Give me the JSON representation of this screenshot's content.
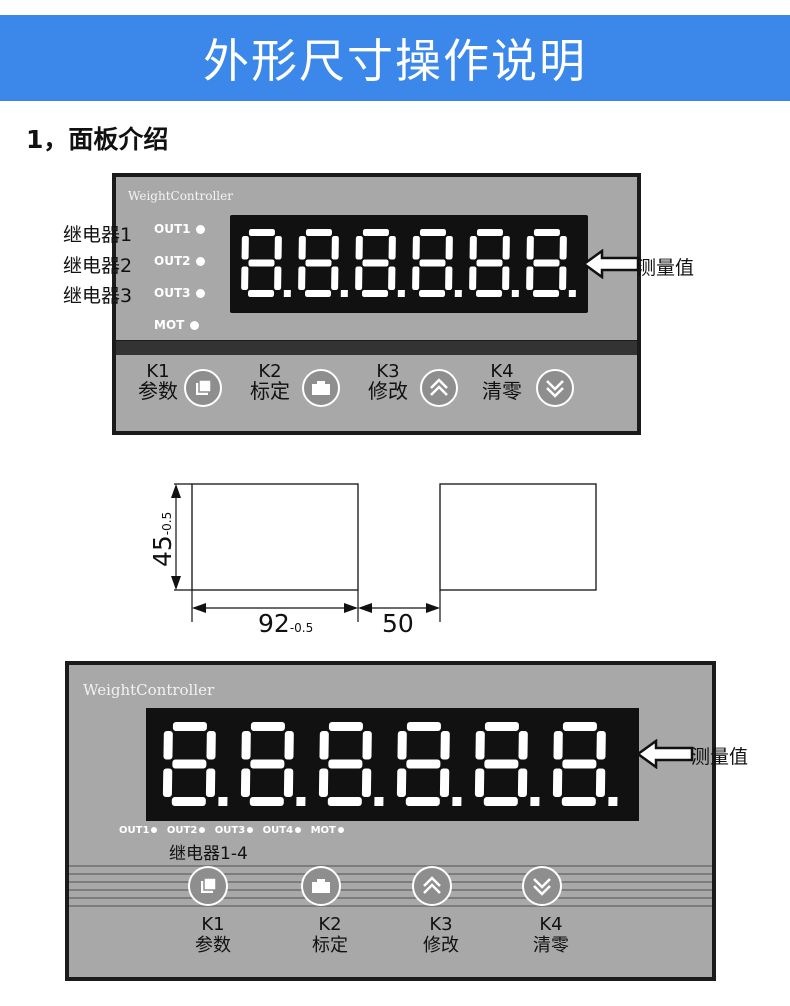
{
  "banner": {
    "title": "外形尺寸操作说明"
  },
  "section": {
    "title": "1，面板介绍"
  },
  "panel1": {
    "brand": "WeightController",
    "digits": "8.8.8.8.8.8.",
    "indicators": [
      "OUT1",
      "OUT2",
      "OUT3",
      "MOT"
    ],
    "relays": [
      "继电器1",
      "继电器2",
      "继电器3"
    ],
    "measure_label": "测量值",
    "keys": [
      {
        "id": "K1",
        "name": "参数",
        "icon": "param-icon"
      },
      {
        "id": "K2",
        "name": "标定",
        "icon": "calibrate-icon"
      },
      {
        "id": "K3",
        "name": "修改",
        "icon": "chevron-up-icon"
      },
      {
        "id": "K4",
        "name": "清零",
        "icon": "chevron-down-icon"
      }
    ]
  },
  "dimensions": {
    "height": "45",
    "height_tol": "-0.5",
    "width": "92",
    "width_tol": "-0.5",
    "gap": "50"
  },
  "panel2": {
    "brand": "WeightController",
    "indicators": [
      "OUT1",
      "OUT2",
      "OUT3",
      "OUT4",
      "MOT"
    ],
    "relay_label": "继电器1-4",
    "measure_label": "测量值",
    "keys": [
      {
        "id": "K1",
        "name": "参数"
      },
      {
        "id": "K2",
        "name": "标定"
      },
      {
        "id": "K3",
        "name": "修改"
      },
      {
        "id": "K4",
        "name": "清零"
      }
    ]
  }
}
